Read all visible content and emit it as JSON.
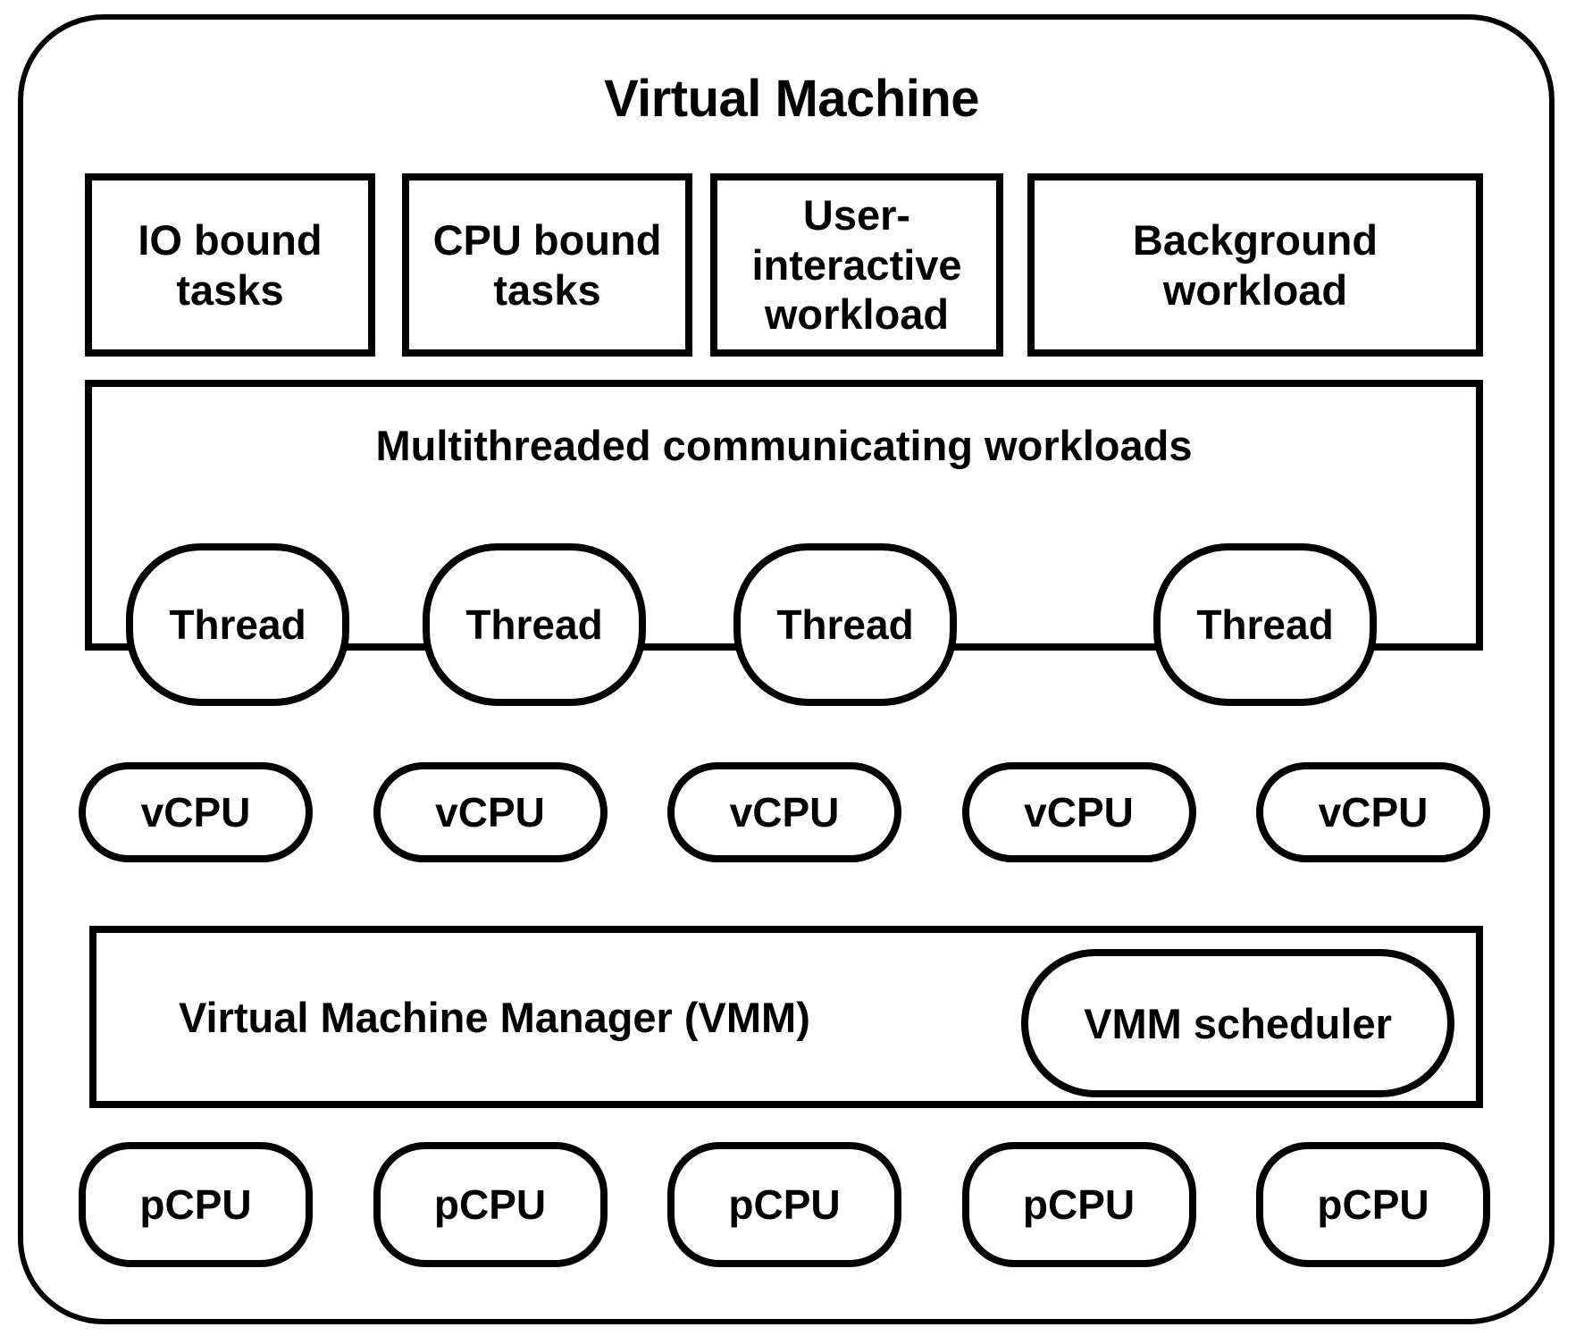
{
  "diagram": {
    "title": "Virtual Machine",
    "workloads": [
      {
        "label": "IO bound\ntasks"
      },
      {
        "label": "CPU bound\ntasks"
      },
      {
        "label": "User-\ninteractive\nworkload"
      },
      {
        "label": "Background\nworkload"
      }
    ],
    "multithreaded": {
      "title": "Multithreaded communicating workloads",
      "threads": [
        {
          "label": "Thread"
        },
        {
          "label": "Thread"
        },
        {
          "label": "Thread"
        },
        {
          "label": "Thread"
        }
      ]
    },
    "vcpus": [
      {
        "label": "vCPU"
      },
      {
        "label": "vCPU"
      },
      {
        "label": "vCPU"
      },
      {
        "label": "vCPU"
      },
      {
        "label": "vCPU"
      }
    ],
    "vmm": {
      "label": "Virtual Machine Manager (VMM)",
      "scheduler_label": "VMM scheduler"
    },
    "pcpus": [
      {
        "label": "pCPU"
      },
      {
        "label": "pCPU"
      },
      {
        "label": "pCPU"
      },
      {
        "label": "pCPU"
      },
      {
        "label": "pCPU"
      }
    ],
    "colors": {
      "stroke": "#000000",
      "fill": "#ffffff",
      "text": "#000000"
    }
  }
}
